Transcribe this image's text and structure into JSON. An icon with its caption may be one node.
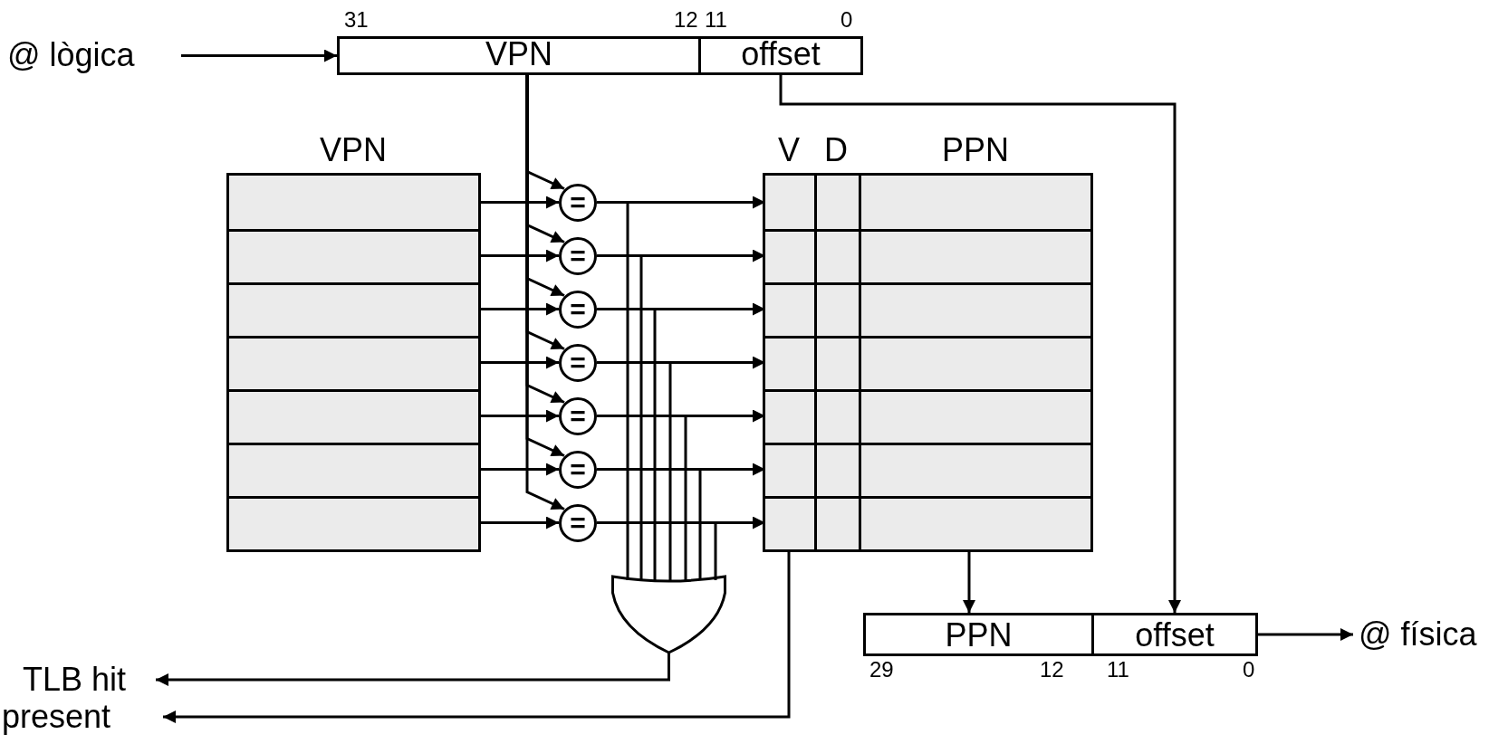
{
  "diagram": {
    "nodes": [
      {
        "text": [
          "@ lògica"
        ]
      },
      {
        "text": [
          "VPN"
        ]
      },
      {
        "text": [
          "offset"
        ]
      },
      {
        "text": [
          "VPN"
        ]
      },
      {
        "text": [],
        "shape": "box",
        "in": 3
      },
      {
        "text": [],
        "shape": "box",
        "in": 3
      },
      {
        "text": [],
        "shape": "box",
        "in": 3
      },
      {
        "text": [],
        "shape": "box",
        "in": 3
      },
      {
        "text": [],
        "shape": "box",
        "in": 3
      },
      {
        "text": [],
        "shape": "box",
        "in": 3
      },
      {
        "text": [],
        "shape": "box",
        "in": 3
      },
      {
        "text": [
          "="
        ]
      },
      {
        "text": [
          "="
        ]
      },
      {
        "text": [
          "="
        ]
      },
      {
        "text": [
          "="
        ]
      },
      {
        "text": [
          "="
        ]
      },
      {
        "text": [
          "="
        ]
      },
      {
        "text": [
          "="
        ]
      },
      {
        "text": [
          "V",
          "D",
          "PPN"
        ]
      },
      {
        "text": [],
        "shape": "box",
        "in": 18
      },
      {
        "text": [],
        "shape": "box",
        "in": 18
      },
      {
        "text": [],
        "shape": "box",
        "in": 18
      },
      {
        "text": [],
        "shape": "box",
        "in": 18
      },
      {
        "text": [],
        "shape": "box",
        "in": 18
      },
      {
        "text": [],
        "shape": "box",
        "in": 18
      },
      {
        "text": [],
        "shape": "box",
        "in": 18
      },
      {
        "text": [],
        "shape": "gate"
      },
      {
        "text": [
          "TLB hit"
        ]
      },
      {
        "text": [
          "present"
        ]
      },
      {
        "text": [
          "PPN"
        ]
      },
      {
        "text": [
          "offset"
        ]
      },
      {
        "text": [
          "@ física"
        ]
      }
    ],
    "edges": [
      {
        "from": 0,
        "to": 1,
        "arrow": "to"
      },
      {
        "from": 1,
        "to": 11,
        "arrow": "to"
      },
      {
        "from": 1,
        "to": 12,
        "arrow": "to"
      },
      {
        "from": 1,
        "to": 13,
        "arrow": "to"
      },
      {
        "from": 1,
        "to": 14,
        "arrow": "to"
      },
      {
        "from": 1,
        "to": 15,
        "arrow": "to"
      },
      {
        "from": 1,
        "to": 16,
        "arrow": "to"
      },
      {
        "from": 1,
        "to": 17,
        "arrow": "to"
      },
      {
        "from": 4,
        "to": 11,
        "arrow": "to"
      },
      {
        "from": 5,
        "to": 12,
        "arrow": "to"
      },
      {
        "from": 6,
        "to": 13,
        "arrow": "to"
      },
      {
        "from": 7,
        "to": 14,
        "arrow": "to"
      },
      {
        "from": 8,
        "to": 15,
        "arrow": "to"
      },
      {
        "from": 9,
        "to": 16,
        "arrow": "to"
      },
      {
        "from": 10,
        "to": 17,
        "arrow": "to"
      },
      {
        "from": 11,
        "to": 19,
        "arrow": "to"
      },
      {
        "from": 12,
        "to": 20,
        "arrow": "to"
      },
      {
        "from": 13,
        "to": 21,
        "arrow": "to"
      },
      {
        "from": 14,
        "to": 22,
        "arrow": "to"
      },
      {
        "from": 15,
        "to": 23,
        "arrow": "to"
      },
      {
        "from": 16,
        "to": 24,
        "arrow": "to"
      },
      {
        "from": 17,
        "to": 25,
        "arrow": "to"
      },
      {
        "from": 11,
        "to": 26,
        "arrow": "none"
      },
      {
        "from": 12,
        "to": 26,
        "arrow": "none"
      },
      {
        "from": 13,
        "to": 26,
        "arrow": "none"
      },
      {
        "from": 14,
        "to": 26,
        "arrow": "none"
      },
      {
        "from": 15,
        "to": 26,
        "arrow": "none"
      },
      {
        "from": 16,
        "to": 26,
        "arrow": "none"
      },
      {
        "from": 17,
        "to": 26,
        "arrow": "none"
      },
      {
        "from": 26,
        "to": 27,
        "arrow": "to"
      },
      {
        "from": 18,
        "to": 28,
        "arrow": "to"
      },
      {
        "from": 18,
        "to": 29,
        "arrow": "to"
      },
      {
        "from": 2,
        "to": 30,
        "arrow": "to"
      },
      {
        "from": 30,
        "to": 31,
        "arrow": "to"
      }
    ],
    "labels": [
      "31",
      "12",
      "11",
      "0",
      "29",
      "12",
      "11",
      "0"
    ]
  }
}
